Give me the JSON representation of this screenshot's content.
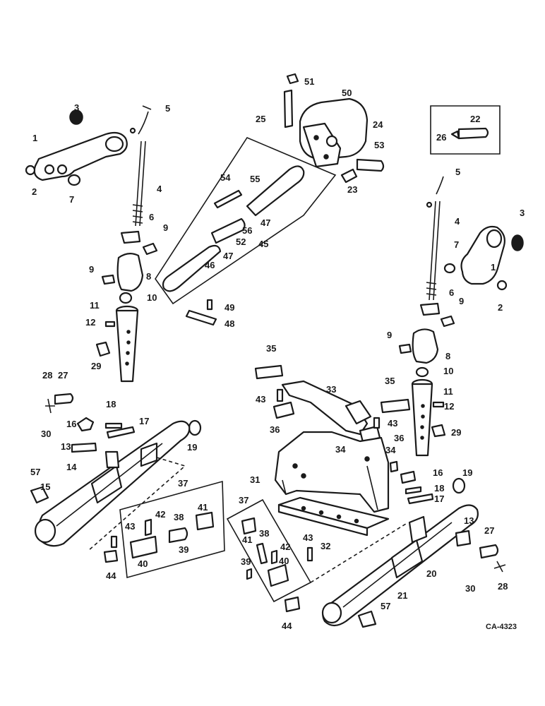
{
  "figure_code": "CA-4323",
  "callouts": [
    {
      "label": "1"
    },
    {
      "label": "2"
    },
    {
      "label": "3"
    },
    {
      "label": "5"
    },
    {
      "label": "4"
    },
    {
      "label": "7"
    },
    {
      "label": "6"
    },
    {
      "label": "9"
    },
    {
      "label": "8"
    },
    {
      "label": "9"
    },
    {
      "label": "10"
    },
    {
      "label": "11"
    },
    {
      "label": "12"
    },
    {
      "label": "29"
    },
    {
      "label": "28"
    },
    {
      "label": "27"
    },
    {
      "label": "30"
    },
    {
      "label": "16"
    },
    {
      "label": "18"
    },
    {
      "label": "17"
    },
    {
      "label": "13"
    },
    {
      "label": "19"
    },
    {
      "label": "14"
    },
    {
      "label": "57"
    },
    {
      "label": "15"
    },
    {
      "label": "37"
    },
    {
      "label": "43"
    },
    {
      "label": "42"
    },
    {
      "label": "38"
    },
    {
      "label": "41"
    },
    {
      "label": "39"
    },
    {
      "label": "40"
    },
    {
      "label": "44"
    },
    {
      "label": "51"
    },
    {
      "label": "50"
    },
    {
      "label": "25"
    },
    {
      "label": "24"
    },
    {
      "label": "53"
    },
    {
      "label": "23"
    },
    {
      "label": "54"
    },
    {
      "label": "55"
    },
    {
      "label": "47"
    },
    {
      "label": "56"
    },
    {
      "label": "52"
    },
    {
      "label": "45"
    },
    {
      "label": "47"
    },
    {
      "label": "46"
    },
    {
      "label": "49"
    },
    {
      "label": "48"
    },
    {
      "label": "22"
    },
    {
      "label": "26"
    },
    {
      "label": "5"
    },
    {
      "label": "3"
    },
    {
      "label": "4"
    },
    {
      "label": "7"
    },
    {
      "label": "1"
    },
    {
      "label": "2"
    },
    {
      "label": "6"
    },
    {
      "label": "9"
    },
    {
      "label": "9"
    },
    {
      "label": "8"
    },
    {
      "label": "10"
    },
    {
      "label": "11"
    },
    {
      "label": "12"
    },
    {
      "label": "29"
    },
    {
      "label": "35"
    },
    {
      "label": "33"
    },
    {
      "label": "43"
    },
    {
      "label": "36"
    },
    {
      "label": "35"
    },
    {
      "label": "43"
    },
    {
      "label": "36"
    },
    {
      "label": "34"
    },
    {
      "label": "34"
    },
    {
      "label": "31"
    },
    {
      "label": "32"
    },
    {
      "label": "37"
    },
    {
      "label": "41"
    },
    {
      "label": "38"
    },
    {
      "label": "42"
    },
    {
      "label": "39"
    },
    {
      "label": "40"
    },
    {
      "label": "43"
    },
    {
      "label": "44"
    },
    {
      "label": "16"
    },
    {
      "label": "19"
    },
    {
      "label": "18"
    },
    {
      "label": "17"
    },
    {
      "label": "13"
    },
    {
      "label": "27"
    },
    {
      "label": "20"
    },
    {
      "label": "21"
    },
    {
      "label": "57"
    },
    {
      "label": "30"
    },
    {
      "label": "28"
    }
  ]
}
